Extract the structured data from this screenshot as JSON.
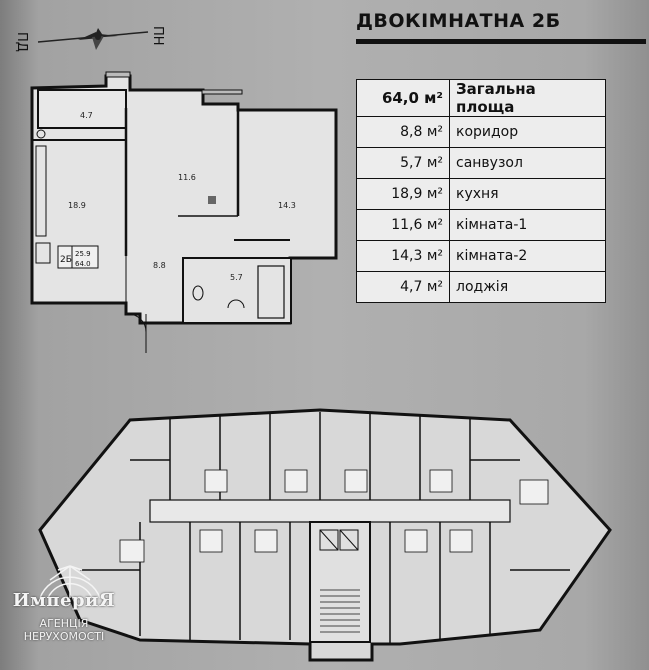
{
  "title": "ДВОКІМНАТНА  2Б",
  "compass": {
    "left": "ПД",
    "right": "ПН"
  },
  "specs": [
    {
      "area": "64,0 м²",
      "label": "Загальна площа"
    },
    {
      "area": "8,8 м²",
      "label": "коридор"
    },
    {
      "area": "5,7 м²",
      "label": "санвузол"
    },
    {
      "area": "18,9 м²",
      "label": "кухня"
    },
    {
      "area": "11,6 м²",
      "label": "кімната-1"
    },
    {
      "area": "14,3 м²",
      "label": "кімната-2"
    },
    {
      "area": "4,7 м²",
      "label": "лоджія"
    }
  ],
  "plan_labels": {
    "loggia": "4.7",
    "kitchen": "18.9",
    "room1": "11.6",
    "room2": "14.3",
    "hall": "8.8",
    "bath": "5.7",
    "badge_type": "2Б",
    "badge_living": "25.9",
    "badge_total": "64.0"
  },
  "logo": {
    "name": "ИмпериЯ",
    "line1": "АГЕНЦІЯ",
    "line2": "НЕРУХОМОСТІ"
  }
}
